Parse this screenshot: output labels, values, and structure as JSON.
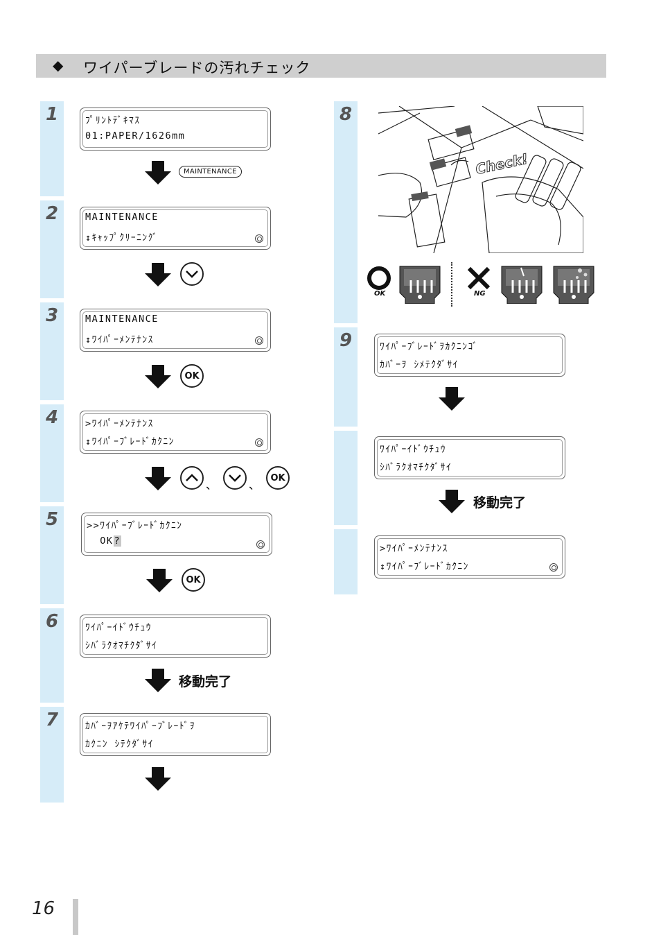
{
  "section": {
    "marker": "◆",
    "title": "ワイパーブレードの汚れチェック"
  },
  "steps": {
    "s1": {
      "num": "1",
      "line1": "ﾌﾟﾘﾝﾄﾃﾞｷﾏｽ",
      "line2": "01:PAPER/1626mm"
    },
    "s2": {
      "num": "2",
      "line1": "MAINTENANCE",
      "line2": "↕ｷｬｯﾌﾟｸﾘｰﾆﾝｸﾞ"
    },
    "s3": {
      "num": "3",
      "line1": "MAINTENANCE",
      "line2": "↕ﾜｲﾊﾟｰﾒﾝﾃﾅﾝｽ"
    },
    "s4": {
      "num": "4",
      "line1": ">ﾜｲﾊﾟｰﾒﾝﾃﾅﾝｽ",
      "line2": "↕ﾜｲﾊﾟｰﾌﾞﾚｰﾄﾞｶｸﾆﾝ"
    },
    "s5": {
      "num": "5",
      "line1": ">>ﾜｲﾊﾟｰﾌﾞﾚｰﾄﾞｶｸﾆﾝ",
      "line2a": "  OK",
      "line2b": "?"
    },
    "s6": {
      "num": "6",
      "line1": "ﾜｲﾊﾟｰｲﾄﾞｳﾁｭｳ",
      "line2": "ｼﾊﾞﾗｸｵﾏﾁｸﾀﾞｻｲ"
    },
    "s7": {
      "num": "7",
      "line1": "ｶﾊﾞｰｦｱｹﾃﾜｲﾊﾟｰﾌﾞﾚｰﾄﾞｦ",
      "line2": "ｶｸﾆﾝ ｼﾃｸﾀﾞｻｲ"
    },
    "s8": {
      "num": "8",
      "check_label": "Check!",
      "ok_label": "OK",
      "ng_label": "NG"
    },
    "s9": {
      "num": "9",
      "line1": "ﾜｲﾊﾟｰﾌﾞﾚｰﾄﾞｦｶｸﾆﾝｺﾞ",
      "line2": "ｶﾊﾞｰｦ ｼﾒﾃｸﾀﾞｻｲ"
    },
    "s9b": {
      "line1": "ﾜｲﾊﾟｰｲﾄﾞｳﾁｭｳ",
      "line2": "ｼﾊﾞﾗｸｵﾏﾁｸﾀﾞｻｲ"
    },
    "s9c": {
      "line1": ">ﾜｲﾊﾟｰﾒﾝﾃﾅﾝｽ",
      "line2": "↕ﾜｲﾊﾟｰﾌﾞﾚｰﾄﾞｶｸﾆﾝ"
    }
  },
  "keys": {
    "maintenance": "MAINTENANCE",
    "ok": "OK",
    "separator": "、"
  },
  "move_complete": "移動完了",
  "page_number": "16",
  "colors": {
    "band": "#d6ecf8",
    "header": "#cfcfcf"
  }
}
